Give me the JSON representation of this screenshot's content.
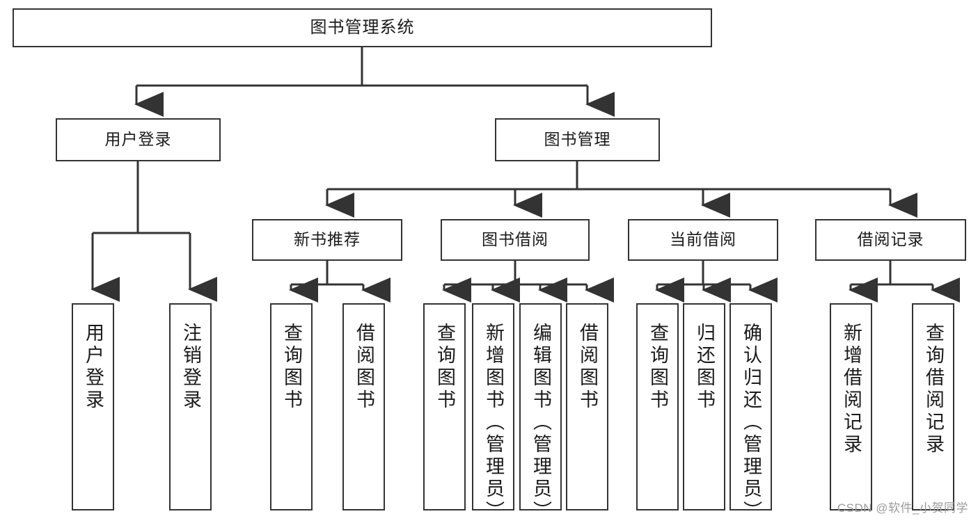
{
  "diagram": {
    "title": "图书管理系统",
    "type": "tree-hierarchy-chart",
    "root": {
      "id": "root",
      "label": "图书管理系统"
    },
    "level2": [
      {
        "id": "user-login",
        "label": "用户登录"
      },
      {
        "id": "book-manage",
        "label": "图书管理"
      }
    ],
    "level3": [
      {
        "id": "new-book-rec",
        "label": "新书推荐"
      },
      {
        "id": "book-borrow",
        "label": "图书借阅"
      },
      {
        "id": "current-borrow",
        "label": "当前借阅"
      },
      {
        "id": "borrow-record",
        "label": "借阅记录"
      }
    ],
    "leaves": [
      {
        "id": "leaf-user-login",
        "label": "用户登录",
        "parent": "user-login"
      },
      {
        "id": "leaf-logout-login",
        "label": "注销登录",
        "parent": "user-login"
      },
      {
        "id": "leaf-query-book-1",
        "label": "查询图书",
        "parent": "new-book-rec"
      },
      {
        "id": "leaf-borrow-book-1",
        "label": "借阅图书",
        "parent": "new-book-rec"
      },
      {
        "id": "leaf-query-book-2",
        "label": "查询图书",
        "parent": "book-borrow"
      },
      {
        "id": "leaf-add-book",
        "label": "新增图书（管理员）",
        "parent": "book-borrow"
      },
      {
        "id": "leaf-edit-book",
        "label": "编辑图书（管理员）",
        "parent": "book-borrow"
      },
      {
        "id": "leaf-borrow-book-2",
        "label": "借阅图书",
        "parent": "book-borrow"
      },
      {
        "id": "leaf-query-book-3",
        "label": "查询图书",
        "parent": "current-borrow"
      },
      {
        "id": "leaf-return-book",
        "label": "归还图书",
        "parent": "current-borrow"
      },
      {
        "id": "leaf-confirm-return",
        "label": "确认归还（管理员）",
        "parent": "current-borrow"
      },
      {
        "id": "leaf-add-record",
        "label": "新增借阅记录",
        "parent": "borrow-record"
      },
      {
        "id": "leaf-query-record",
        "label": "查询借阅记录",
        "parent": "borrow-record"
      }
    ],
    "watermark": "CSDN @软件_小贺同学",
    "colors": {
      "box_border": "#333333",
      "box_fill": "#ffffff",
      "edge": "#333333",
      "text": "#1a1a1a",
      "watermark": "#9b9b9b"
    }
  }
}
